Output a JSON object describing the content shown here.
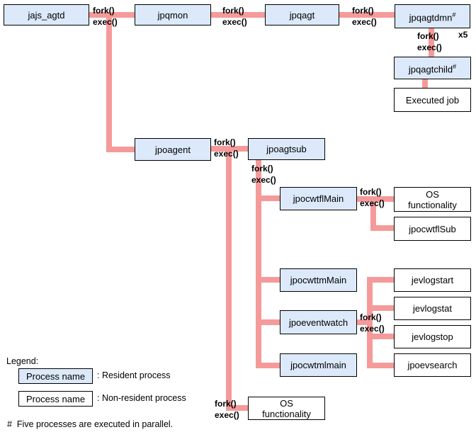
{
  "processes": {
    "jajs_agtd": "jajs_agtd",
    "jpqmon": "jpqmon",
    "jpqagt": "jpqagt",
    "jpqagtdmn": "jpqagtdmn",
    "jpqagtchild": "jpqagtchild",
    "executed_job": "Executed job",
    "jpoagent": "jpoagent",
    "jpoagtsub": "jpoagtsub",
    "jpocwtflMain": "jpocwtflMain",
    "os_functionality_1": "OS functionality",
    "jpocwtflSub": "jpocwtflSub",
    "jpocwttmMain": "jpocwttmMain",
    "jpoeventwatch": "jpoeventwatch",
    "jpocwtmlmain": "jpocwtmlmain",
    "jevlogstart": "jevlogstart",
    "jevlogstat": "jevlogstat",
    "jevlogstop": "jevlogstop",
    "jpoevsearch": "jpoevsearch",
    "os_functionality_2": "OS functionality"
  },
  "annotations": {
    "fork": "fork()",
    "exec": "exec()",
    "hash": "#",
    "x5": "x5"
  },
  "legend": {
    "title": "Legend:",
    "sample_label": "Process name",
    "resident": ": Resident process",
    "non_resident": ": Non-resident process"
  },
  "footnote": {
    "mark": "#",
    "text": "Five processes are executed in parallel."
  },
  "colors": {
    "resident_fill": "#dbe9fa",
    "wire": "#f59a9a",
    "border": "#000000"
  }
}
